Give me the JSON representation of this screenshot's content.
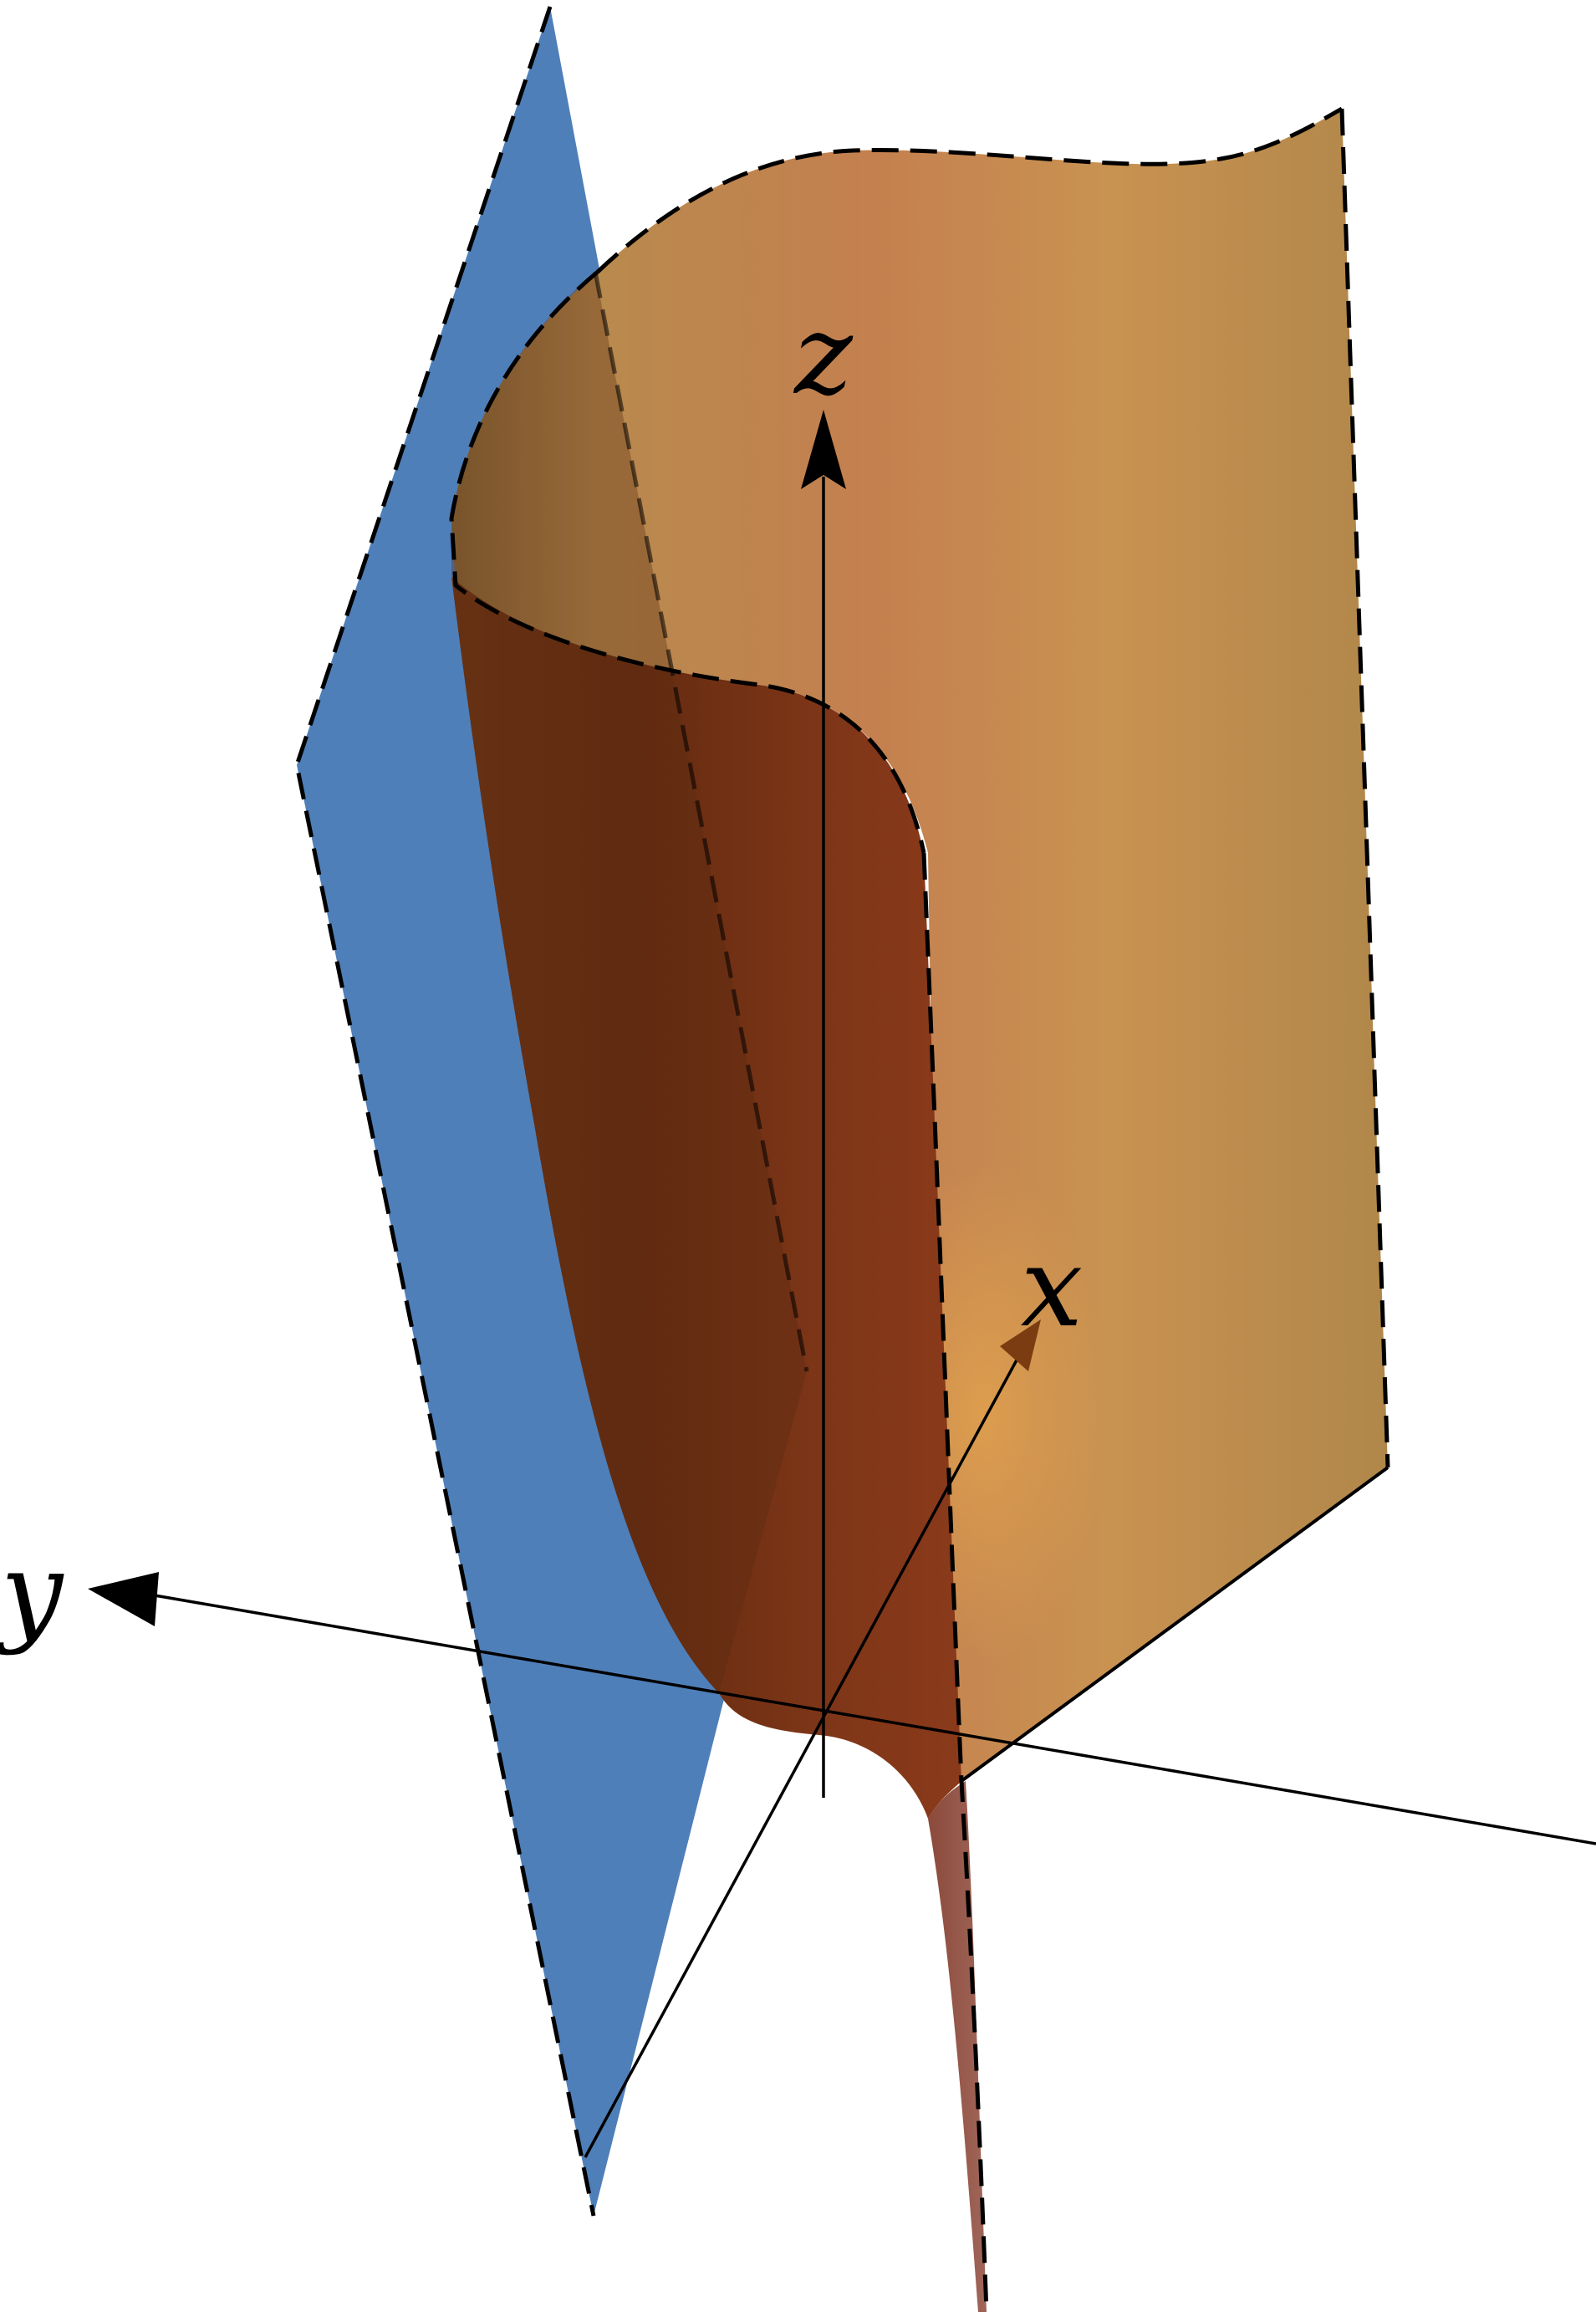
{
  "figure": {
    "axes": {
      "x": {
        "label": "x"
      },
      "y": {
        "label": "y"
      },
      "z": {
        "label": "z"
      }
    },
    "surfaces": [
      {
        "id": "plane",
        "color": "#4f7fb8",
        "edge_style": "dashed"
      },
      {
        "id": "curved-sheet",
        "color_light": "#c98f4e",
        "color_dark": "#6b2f12",
        "edge_style": "dashed"
      }
    ]
  }
}
